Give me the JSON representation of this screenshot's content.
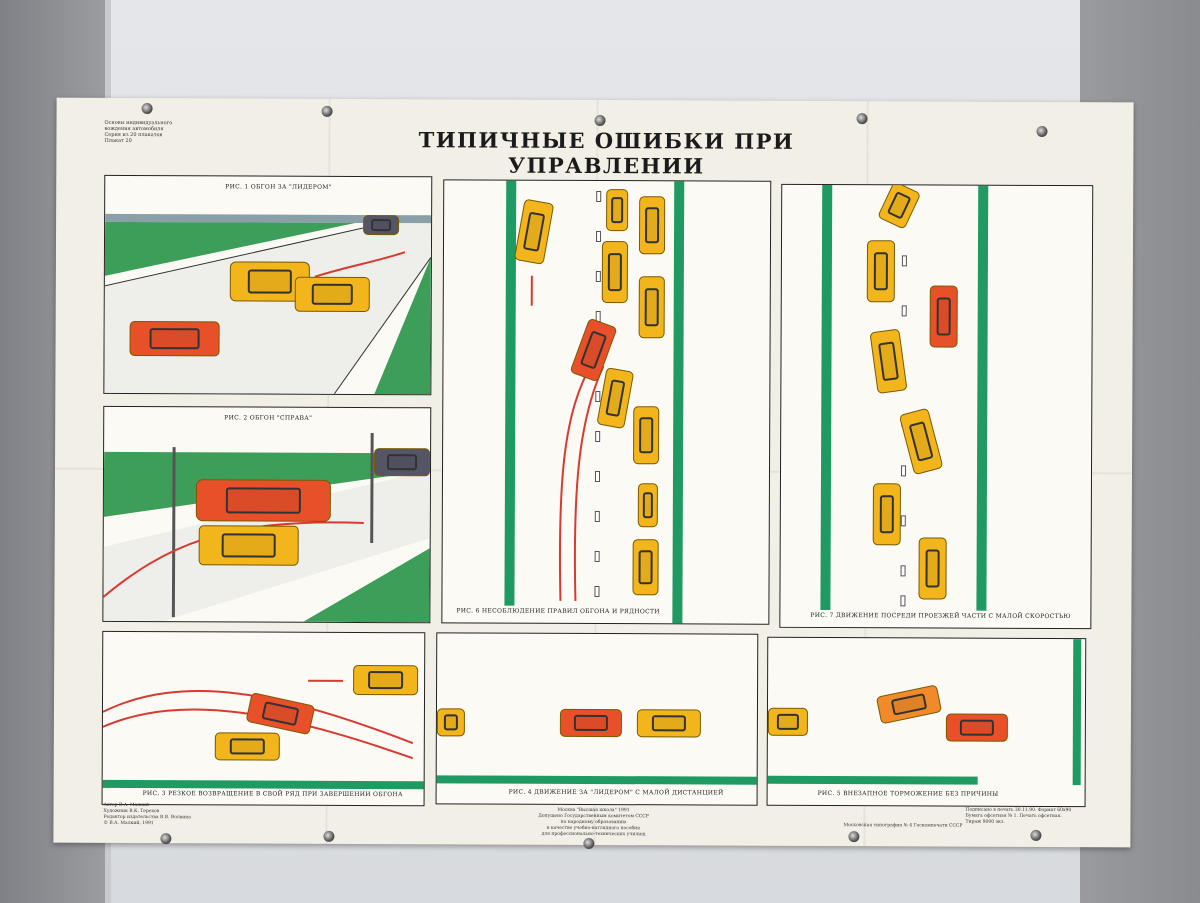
{
  "poster": {
    "title": "ТИПИЧНЫЕ ОШИБКИ ПРИ УПРАВЛЕНИИ",
    "series": [
      "Основы индивидуального вождения автомобиля",
      "Серия из 20 плакатов",
      "Плакат 20"
    ],
    "figures": {
      "fig1": "РИС. 1 ОБГОН ЗА \"ЛИДЕРОМ\"",
      "fig2": "РИС. 2 ОБГОН \"СПРАВА\"",
      "fig3": "РИС. 3 РЕЗКОЕ ВОЗВРАЩЕНИЕ В СВОЙ РЯД ПРИ ЗАВЕРШЕНИИ ОБГОНА",
      "fig4": "РИС. 4 ДВИЖЕНИЕ ЗА \"ЛИДЕРОМ\" С МАЛОЙ ДИСТАНЦИЕЙ",
      "fig5": "РИС. 5 ВНЕЗАПНОЕ ТОРМОЖЕНИЕ БЕЗ ПРИЧИНЫ",
      "fig6": "РИС. 6 НЕСОБЛЮДЕНИЕ ПРАВИЛ ОБГОНА И РЯДНОСТИ",
      "fig7": "РИС. 7 ДВИЖЕНИЕ ПОСРЕДИ ПРОЕЗЖЕЙ ЧАСТИ С МАЛОЙ СКОРОСТЬЮ"
    },
    "credits": [
      "Автор В.А. Малкий",
      "Художник В.К. Терехов",
      "Редактор издательства В.В. Волвина",
      "© В.А. Малкий, 1991"
    ],
    "publisher": [
      "Москва \"Высшая школа\" 1991",
      "Допущено Государственным комитетом СССР",
      "по народному образованию",
      "в качестве учебно-наглядного пособия",
      "для профессионально-технических училищ"
    ],
    "printing": [
      "Московская типография № 4 Госкомпечати СССР"
    ],
    "specs": [
      "Подписано в печать 30.11.90. Формат 60x90",
      "Бумага офсетная № 1. Печать офсетная.",
      "Тираж 9000 экз."
    ]
  },
  "colors": {
    "car_yellow": "#f2b51c",
    "car_red": "#e8502a",
    "green": "#1e9a62",
    "arrow": "#d83a32"
  }
}
